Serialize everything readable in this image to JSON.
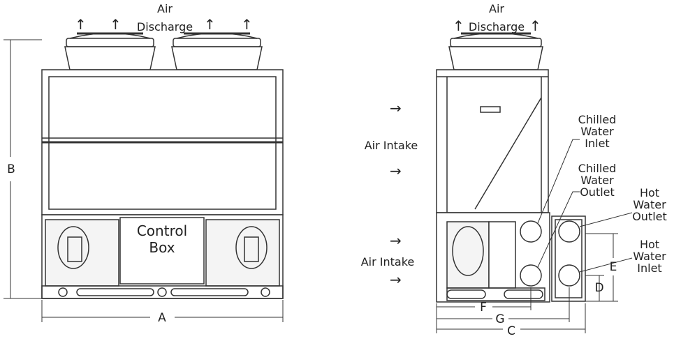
{
  "labels": {
    "front_air": "Air",
    "front_discharge": "Discharge",
    "control": "Control",
    "box": "Box",
    "side_air": "Air",
    "side_discharge": "Discharge",
    "air_intake_upper": "Air Intake",
    "air_intake_lower": "Air Intake",
    "chilled_inlet": [
      "Chilled",
      "Water",
      "Inlet"
    ],
    "chilled_outlet": [
      "Chilled",
      "Water",
      "Outlet"
    ],
    "hot_outlet": [
      "Hot",
      "Water",
      "Outlet"
    ],
    "hot_inlet": [
      "Hot",
      "Water",
      "Inlet"
    ]
  },
  "dimensions": {
    "a": "A",
    "b": "B",
    "c": "C",
    "d": "D",
    "e": "E",
    "f": "F",
    "g": "G"
  },
  "arrows": {
    "up": "↑",
    "right": "→"
  },
  "colors": {
    "line": "#333333",
    "fill": "#ffffff",
    "panel": "#f4f4f4"
  }
}
